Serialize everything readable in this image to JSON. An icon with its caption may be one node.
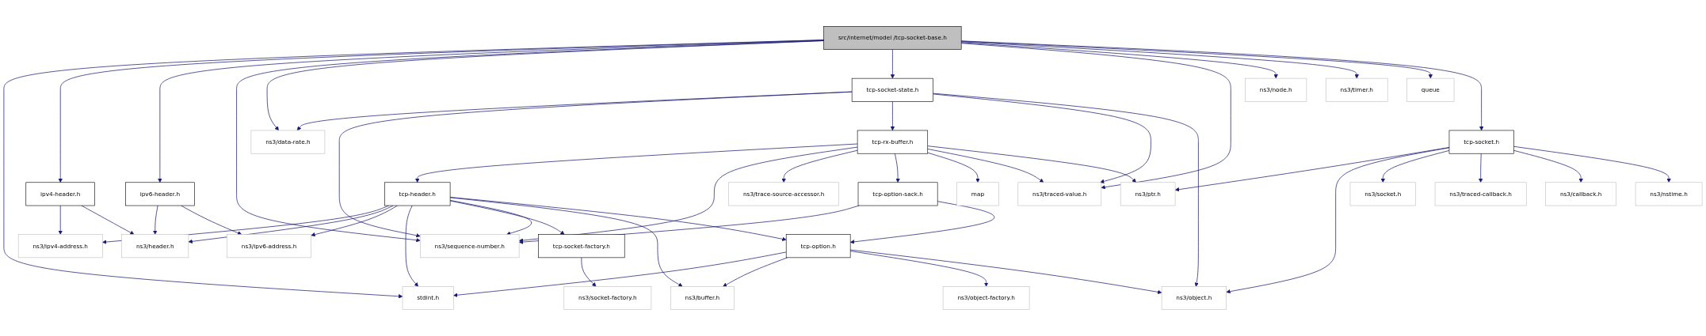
{
  "diagram": {
    "nodes": [
      {
        "text": [
          "src/internet/model /tcp-socket-base.h"
        ]
      },
      {
        "text": [
          "tcp-socket-state.h"
        ]
      },
      {
        "text": [
          "ns3/node.h"
        ]
      },
      {
        "text": [
          "ns3/timer.h"
        ]
      },
      {
        "text": [
          "queue"
        ]
      },
      {
        "text": [
          "ns3/data-rate.h"
        ]
      },
      {
        "text": [
          "tcp-rx-buffer.h"
        ]
      },
      {
        "text": [
          "tcp-socket.h"
        ]
      },
      {
        "text": [
          "ipv4-header.h"
        ]
      },
      {
        "text": [
          "ipv6-header.h"
        ]
      },
      {
        "text": [
          "tcp-header.h"
        ]
      },
      {
        "text": [
          "ns3/trace-source-accessor.h"
        ]
      },
      {
        "text": [
          "tcp-option-sack.h"
        ]
      },
      {
        "text": [
          "map"
        ]
      },
      {
        "text": [
          "ns3/traced-value.h"
        ]
      },
      {
        "text": [
          "ns3/ptr.h"
        ]
      },
      {
        "text": [
          "ns3/socket.h"
        ]
      },
      {
        "text": [
          "ns3/traced-callback.h"
        ]
      },
      {
        "text": [
          "ns3/callback.h"
        ]
      },
      {
        "text": [
          "ns3/nstime.h"
        ]
      },
      {
        "text": [
          "ns3/ipv4-address.h"
        ]
      },
      {
        "text": [
          "ns3/header.h"
        ]
      },
      {
        "text": [
          "ns3/ipv6-address.h"
        ]
      },
      {
        "text": [
          "tcp-socket-factory.h"
        ]
      },
      {
        "text": [
          "ns3/sequence-number.h"
        ]
      },
      {
        "text": [
          "tcp-option.h"
        ]
      },
      {
        "text": [
          "stdint.h"
        ]
      },
      {
        "text": [
          "ns3/socket-factory.h"
        ]
      },
      {
        "text": [
          "ns3/buffer.h"
        ]
      },
      {
        "text": [
          "ns3/object-factory.h"
        ]
      },
      {
        "text": [
          "ns3/object.h"
        ]
      }
    ],
    "edges": [
      {
        "from": 0,
        "to": 26,
        "arrow": "to"
      },
      {
        "from": 0,
        "to": 8,
        "arrow": "to"
      },
      {
        "from": 0,
        "to": 9,
        "arrow": "to"
      },
      {
        "from": 0,
        "to": 24,
        "arrow": "to"
      },
      {
        "from": 0,
        "to": 5,
        "arrow": "to"
      },
      {
        "from": 0,
        "to": 1,
        "arrow": "to"
      },
      {
        "from": 0,
        "to": 14,
        "arrow": "to"
      },
      {
        "from": 0,
        "to": 2,
        "arrow": "to"
      },
      {
        "from": 0,
        "to": 3,
        "arrow": "to"
      },
      {
        "from": 0,
        "to": 4,
        "arrow": "to"
      },
      {
        "from": 0,
        "to": 7,
        "arrow": "to"
      },
      {
        "from": 1,
        "to": 5,
        "arrow": "to"
      },
      {
        "from": 1,
        "to": 24,
        "arrow": "to"
      },
      {
        "from": 1,
        "to": 6,
        "arrow": "to"
      },
      {
        "from": 1,
        "to": 14,
        "arrow": "to"
      },
      {
        "from": 1,
        "to": 30,
        "arrow": "to"
      },
      {
        "from": 6,
        "to": 10,
        "arrow": "to"
      },
      {
        "from": 6,
        "to": 24,
        "arrow": "to"
      },
      {
        "from": 6,
        "to": 11,
        "arrow": "to"
      },
      {
        "from": 6,
        "to": 12,
        "arrow": "to"
      },
      {
        "from": 6,
        "to": 13,
        "arrow": "to"
      },
      {
        "from": 6,
        "to": 14,
        "arrow": "to"
      },
      {
        "from": 6,
        "to": 15,
        "arrow": "to"
      },
      {
        "from": 7,
        "to": 15,
        "arrow": "to"
      },
      {
        "from": 7,
        "to": 30,
        "arrow": "to"
      },
      {
        "from": 7,
        "to": 16,
        "arrow": "to"
      },
      {
        "from": 7,
        "to": 17,
        "arrow": "to"
      },
      {
        "from": 7,
        "to": 18,
        "arrow": "to"
      },
      {
        "from": 7,
        "to": 19,
        "arrow": "to"
      },
      {
        "from": 8,
        "to": 20,
        "arrow": "to"
      },
      {
        "from": 8,
        "to": 21,
        "arrow": "to"
      },
      {
        "from": 9,
        "to": 21,
        "arrow": "to"
      },
      {
        "from": 9,
        "to": 22,
        "arrow": "to"
      },
      {
        "from": 10,
        "to": 20,
        "arrow": "to"
      },
      {
        "from": 10,
        "to": 21,
        "arrow": "to"
      },
      {
        "from": 10,
        "to": 22,
        "arrow": "to"
      },
      {
        "from": 10,
        "to": 26,
        "arrow": "to"
      },
      {
        "from": 10,
        "to": 23,
        "arrow": "to"
      },
      {
        "from": 10,
        "to": 24,
        "arrow": "to"
      },
      {
        "from": 10,
        "to": 28,
        "arrow": "to"
      },
      {
        "from": 10,
        "to": 25,
        "arrow": "to"
      },
      {
        "from": 12,
        "to": 24,
        "arrow": "to"
      },
      {
        "from": 12,
        "to": 25,
        "arrow": "to"
      },
      {
        "from": 23,
        "to": 27,
        "arrow": "to"
      },
      {
        "from": 25,
        "to": 26,
        "arrow": "to"
      },
      {
        "from": 25,
        "to": 28,
        "arrow": "to"
      },
      {
        "from": 25,
        "to": 29,
        "arrow": "to"
      },
      {
        "from": 25,
        "to": 30,
        "arrow": "to"
      }
    ]
  }
}
